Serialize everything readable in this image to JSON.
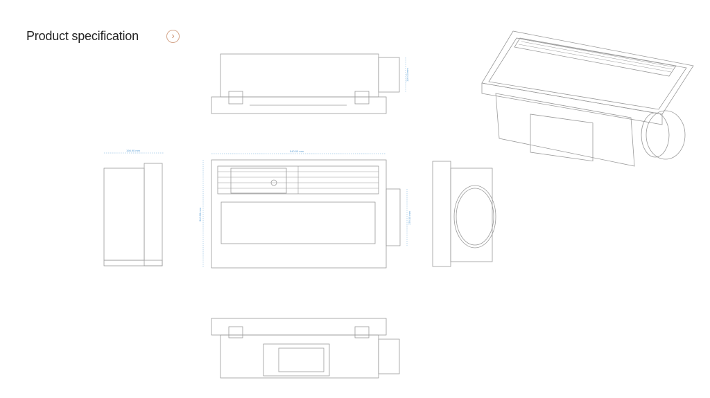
{
  "header": {
    "title": "Product specification",
    "next_icon": "chevron-right-circle-icon",
    "accent": "#c98d6d"
  },
  "dimensions": {
    "width": "198.90 mm",
    "length": "540.00 mm",
    "depth": "340.00 mm",
    "duct": "176.00 mm",
    "height": "116.00 mm"
  }
}
